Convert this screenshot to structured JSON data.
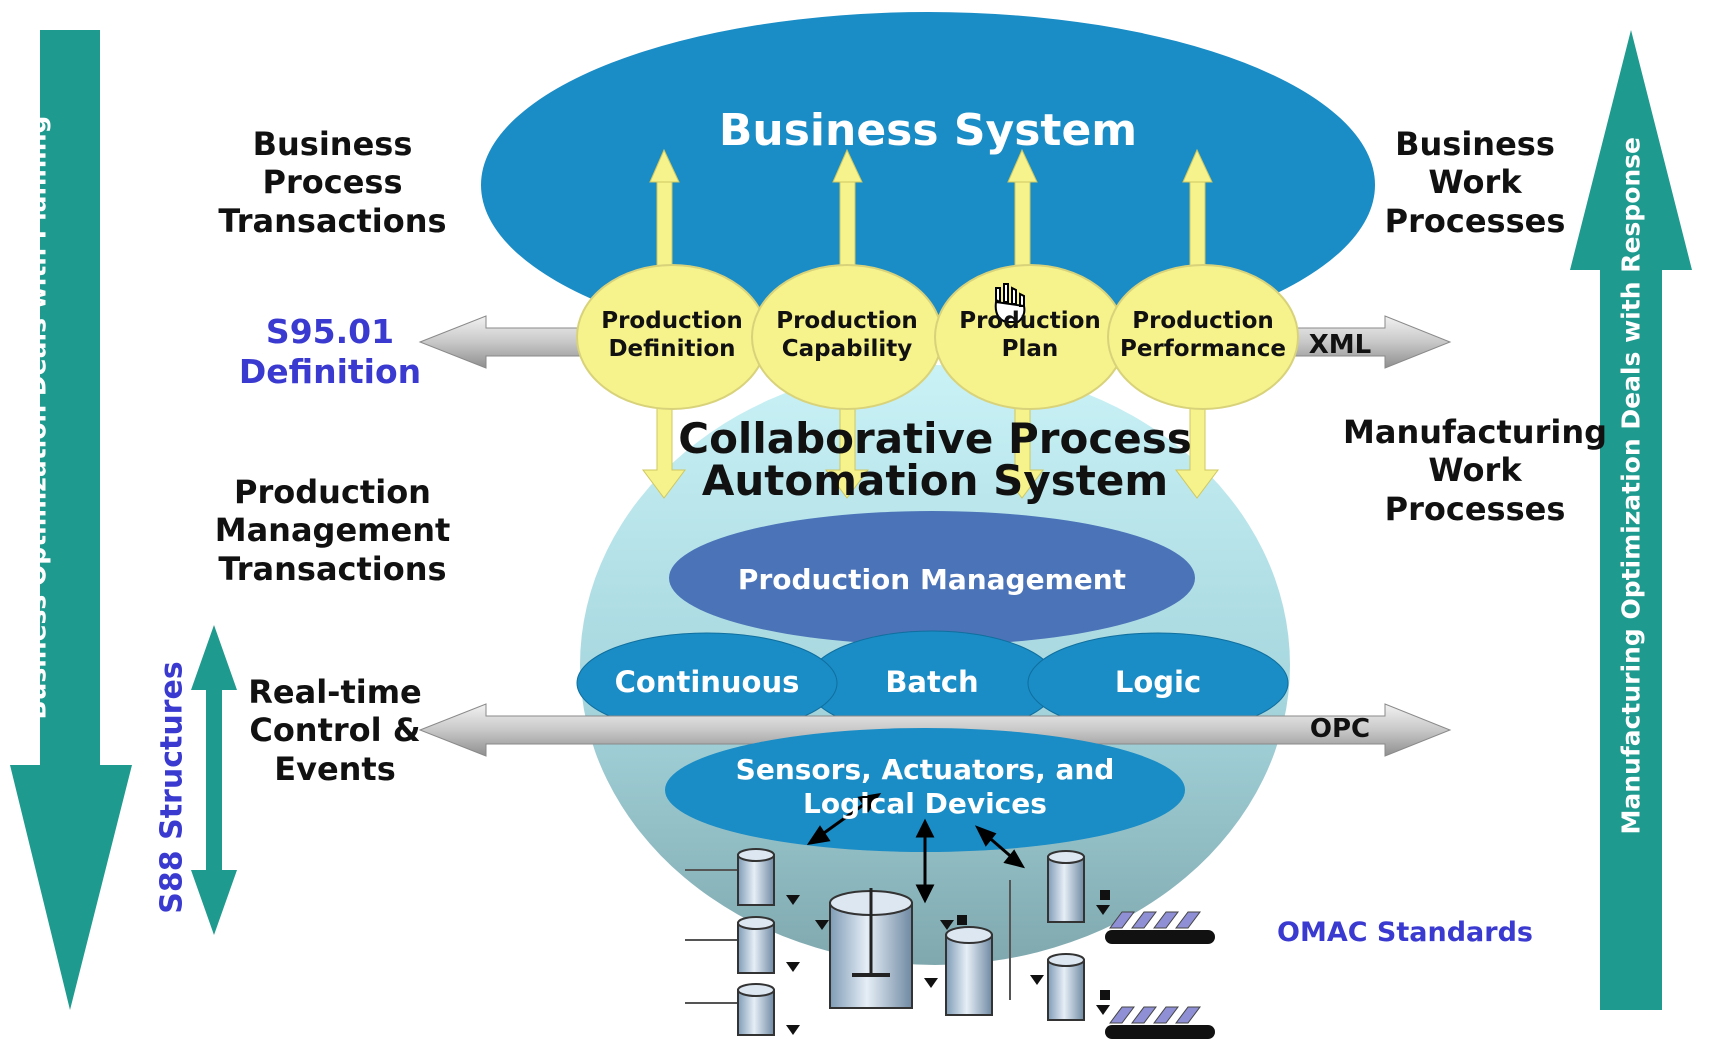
{
  "business_system": {
    "title": "Business System"
  },
  "left_labels": {
    "business_process": [
      "Business",
      "Process",
      "Transactions"
    ],
    "s95": [
      "S95.01",
      "Definition"
    ],
    "production_management": [
      "Production",
      "Management",
      "Transactions"
    ],
    "realtime": [
      "Real-time",
      "Control &",
      "Events"
    ]
  },
  "right_labels": {
    "business_work": [
      "Business",
      "Work",
      "Processes"
    ],
    "manufacturing_work": [
      "Manufacturing",
      "Work",
      "Processes"
    ],
    "omac": "OMAC Standards"
  },
  "side_arrows": {
    "left": "Business Optimization Deals with Planning",
    "right": "Manufacturing Optimization Deals with Response",
    "s88": "S88 Structures"
  },
  "bus_labels": {
    "xml": "XML",
    "opc": "OPC"
  },
  "production_circles": [
    [
      "Production",
      "Definition"
    ],
    [
      "Production",
      "Capability"
    ],
    [
      "Production",
      "Plan"
    ],
    [
      "Production",
      "Performance"
    ]
  ],
  "cpas": {
    "title": [
      "Collaborative Process",
      "Automation System"
    ]
  },
  "production_management": "Production Management",
  "control_modes": [
    "Continuous",
    "Batch",
    "Logic"
  ],
  "sensors": [
    "Sensors, Actuators, and",
    "Logical Devices"
  ],
  "colors": {
    "business_blue": "#1a8cc6",
    "teal_arrow": "#1f9a8e",
    "yellow": "#f6f28c",
    "prod_mgmt": "#4b73b8",
    "bus_gray": "#c4c4c4"
  }
}
